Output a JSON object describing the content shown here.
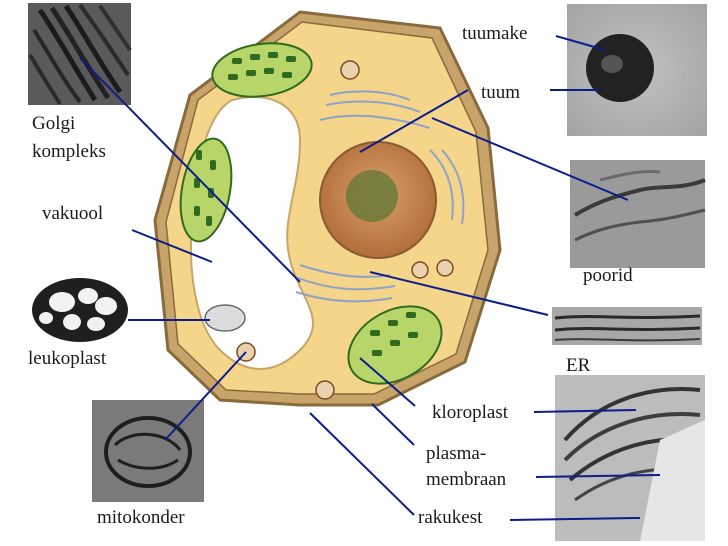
{
  "labels": {
    "tuumake": "tuumake",
    "tuum": "tuum",
    "golgi_line1": "Golgi",
    "golgi_line2": "kompleks",
    "vakuool": "vakuool",
    "poorid": "poorid",
    "leukoplast": "leukoplast",
    "er": "ER",
    "kloroplast": "kloroplast",
    "plasma_line1": "plasma-",
    "plasma_line2": "membraan",
    "mitokonder": "mitokonder",
    "rakukest": "rakukest"
  },
  "colors": {
    "pointer": "#0b1e8c",
    "cell_wall": "#c9a46a",
    "wall_dark": "#8a6a3c",
    "cytoplasm": "#f4d58a",
    "nucleus": "#c98a55",
    "nucleolus": "#6b7a3a",
    "chloroplast": "#b8d56a",
    "thylakoid": "#2f6b1e",
    "er": "#8fa3c8"
  }
}
